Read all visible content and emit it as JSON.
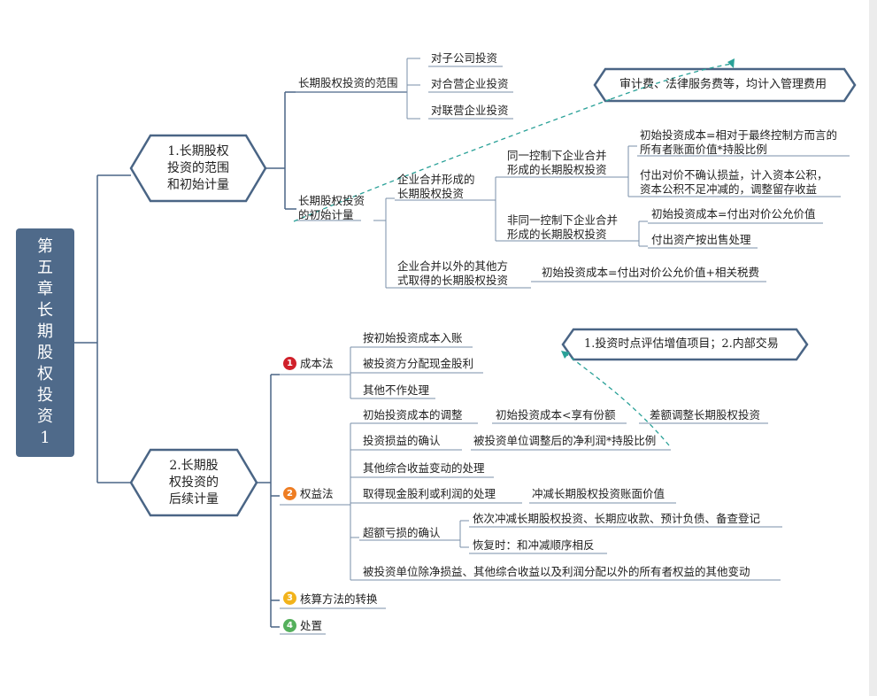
{
  "root": {
    "title": "第五章长期股权投资1",
    "color": "#4f6a8a"
  },
  "topic1": {
    "title_lines": [
      "1.长期股权",
      "投资的范围",
      "和初始计量"
    ],
    "scope": {
      "label": "长期股权投资的范围",
      "items": [
        "对子公司投资",
        "对合营企业投资",
        "对联营企业投资"
      ]
    },
    "initial": {
      "label_lines": [
        "长期股权投资",
        "的初始计量"
      ],
      "merger": {
        "label_lines": [
          "企业合并形成的",
          "长期股权投资"
        ],
        "same_control": {
          "label_lines": [
            "同一控制下企业合并",
            "形成的长期股权投资"
          ],
          "items": [
            [
              "初始投资成本=相对于最终控制方而言的",
              "所有者账面价值*持股比例"
            ],
            [
              "付出对价不确认损益，计入资本公积，",
              "资本公积不足冲减的，调整留存收益"
            ]
          ]
        },
        "non_same_control": {
          "label_lines": [
            "非同一控制下企业合并",
            "形成的长期股权投资"
          ],
          "items": [
            "初始投资成本=付出对价公允价值",
            "付出资产按出售处理"
          ]
        }
      },
      "other": {
        "label_lines": [
          "企业合并以外的其他方",
          "式取得的长期股权投资"
        ],
        "item": "初始投资成本=付出对价公允价值+相关税费"
      }
    },
    "callout": "审计费、法律服务费等，均计入管理费用"
  },
  "topic2": {
    "title_lines": [
      "2.长期股",
      "权投资的",
      "后续计量"
    ],
    "cost_method": {
      "badge": "1",
      "label": "成本法",
      "items": [
        "按初始投资成本入账",
        "被投资方分配现金股利",
        "其他不作处理"
      ]
    },
    "equity_method": {
      "badge": "2",
      "label": "权益法",
      "adjust": {
        "label": "初始投资成本的调整",
        "cond": "初始投资成本<享有份额",
        "result": "差额调整长期股权投资"
      },
      "profit": {
        "label": "投资损益的确认",
        "detail": "被投资单位调整后的净利润*持股比例"
      },
      "oci": "其他综合收益变动的处理",
      "dividend": {
        "label": "取得现金股利或利润的处理",
        "detail": "冲减长期股权投资账面价值"
      },
      "excess_loss": {
        "label": "超额亏损的确认",
        "items": [
          "依次冲减长期股权投资、长期应收款、预计负债、备查登记",
          "恢复时：和冲减顺序相反"
        ]
      },
      "other_equity": "被投资单位除净损益、其他综合收益以及利润分配以外的所有者权益的其他变动"
    },
    "conversion": {
      "badge": "3",
      "label": "核算方法的转换"
    },
    "disposal": {
      "badge": "4",
      "label": "处置"
    },
    "callout": "1.投资时点评估增值项目；2.内部交易"
  },
  "colors": {
    "line": "#4a6585",
    "dashed": "#2aa198",
    "badge1": "#d0202a",
    "badge2": "#ee7d23",
    "badge3": "#f2b31b",
    "badge4": "#55b05c"
  }
}
